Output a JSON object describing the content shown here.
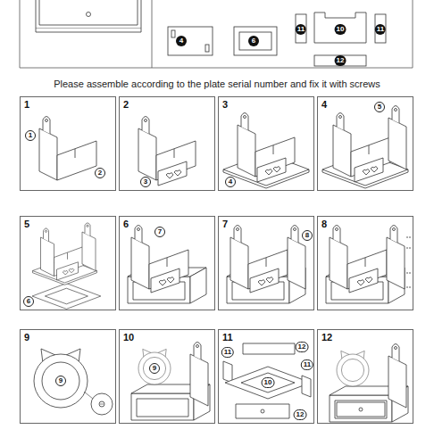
{
  "diagram": {
    "title": "Please assemble according to the plate serial number and fix it with screws",
    "nodes": [
      {
        "text": [
          "1"
        ]
      },
      {
        "text": [
          "2"
        ]
      },
      {
        "text": [
          "3"
        ]
      },
      {
        "text": [
          "4"
        ]
      },
      {
        "text": [
          "5"
        ]
      },
      {
        "text": [
          "6"
        ]
      },
      {
        "text": [
          "7"
        ]
      },
      {
        "text": [
          "8"
        ]
      },
      {
        "text": [
          "9"
        ]
      },
      {
        "text": [
          "10"
        ]
      },
      {
        "text": [
          "11"
        ]
      },
      {
        "text": [
          "12"
        ]
      }
    ],
    "labels": [
      "4",
      "6",
      "11",
      "10",
      "11",
      "12",
      "1",
      "2",
      "3",
      "4",
      "5",
      "6",
      "7",
      "8",
      "9",
      "9",
      "11",
      "12",
      "10",
      "11",
      "12"
    ]
  }
}
